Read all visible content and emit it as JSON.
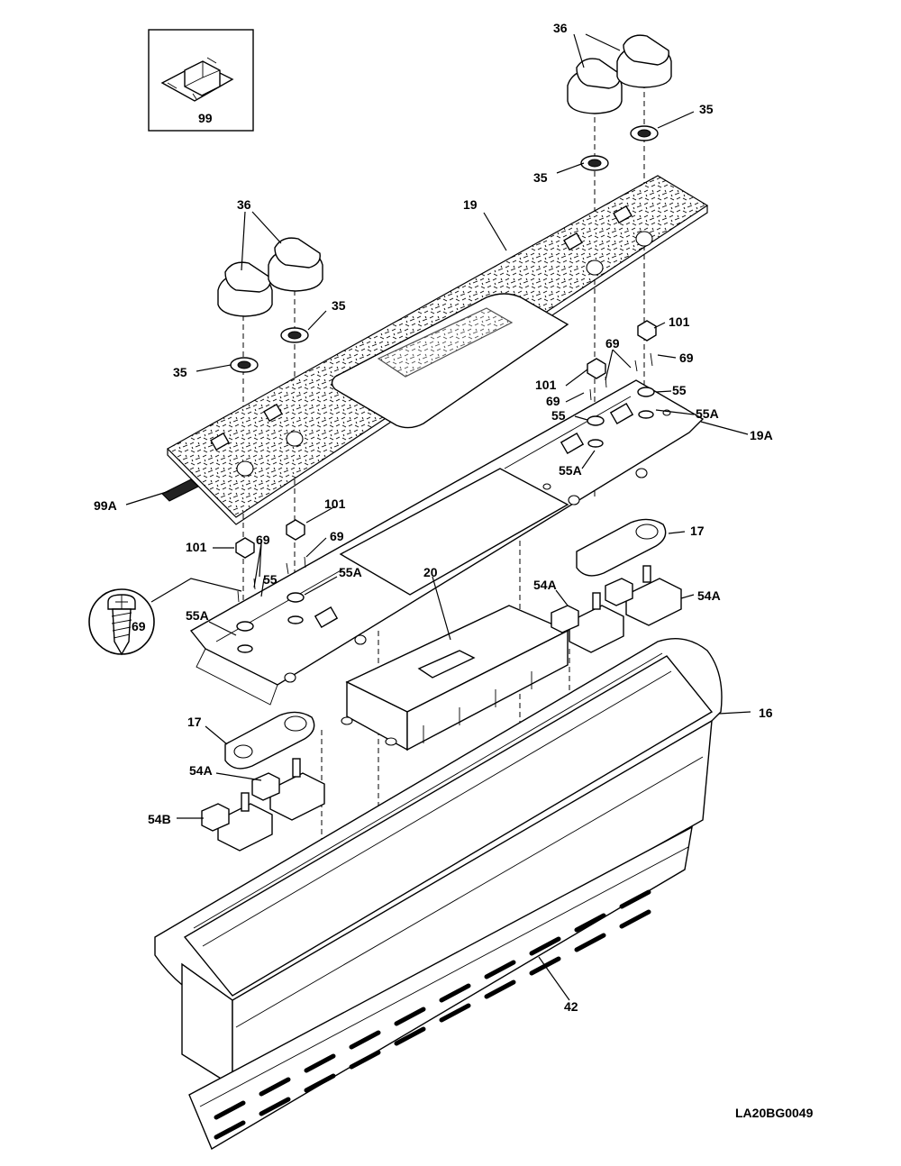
{
  "diagram": {
    "figure_code": "LA20BG0049",
    "callouts": [
      {
        "id": "c99",
        "text": "99"
      },
      {
        "id": "c36-top",
        "text": "36"
      },
      {
        "id": "c35-top-right",
        "text": "35"
      },
      {
        "id": "c35-top-mid",
        "text": "35"
      },
      {
        "id": "c19",
        "text": "19"
      },
      {
        "id": "c36-left",
        "text": "36"
      },
      {
        "id": "c35-left-upper",
        "text": "35"
      },
      {
        "id": "c35-left-lower",
        "text": "35"
      },
      {
        "id": "c101-right",
        "text": "101"
      },
      {
        "id": "c69-right-a",
        "text": "69"
      },
      {
        "id": "c69-right-b",
        "text": "69"
      },
      {
        "id": "c101-mid",
        "text": "101"
      },
      {
        "id": "c55-right",
        "text": "55"
      },
      {
        "id": "c69-right-c",
        "text": "69"
      },
      {
        "id": "c55-mid",
        "text": "55"
      },
      {
        "id": "c55a-right",
        "text": "55A"
      },
      {
        "id": "c19a",
        "text": "19A"
      },
      {
        "id": "c55a-mid",
        "text": "55A"
      },
      {
        "id": "c99a",
        "text": "99A"
      },
      {
        "id": "c101-left-upper",
        "text": "101"
      },
      {
        "id": "c101-left-lower",
        "text": "101"
      },
      {
        "id": "c69-left-a",
        "text": "69"
      },
      {
        "id": "c69-left-b",
        "text": "69"
      },
      {
        "id": "c17-right",
        "text": "17"
      },
      {
        "id": "c55-left",
        "text": "55"
      },
      {
        "id": "c55a-left-upper",
        "text": "55A"
      },
      {
        "id": "c20",
        "text": "20"
      },
      {
        "id": "c54a-right-a",
        "text": "54A"
      },
      {
        "id": "c54a-right-b",
        "text": "54A"
      },
      {
        "id": "c69-detail",
        "text": "69"
      },
      {
        "id": "c55a-left-lower",
        "text": "55A"
      },
      {
        "id": "c16",
        "text": "16"
      },
      {
        "id": "c17-left",
        "text": "17"
      },
      {
        "id": "c54a-left",
        "text": "54A"
      },
      {
        "id": "c54b",
        "text": "54B"
      },
      {
        "id": "c42",
        "text": "42"
      }
    ]
  }
}
